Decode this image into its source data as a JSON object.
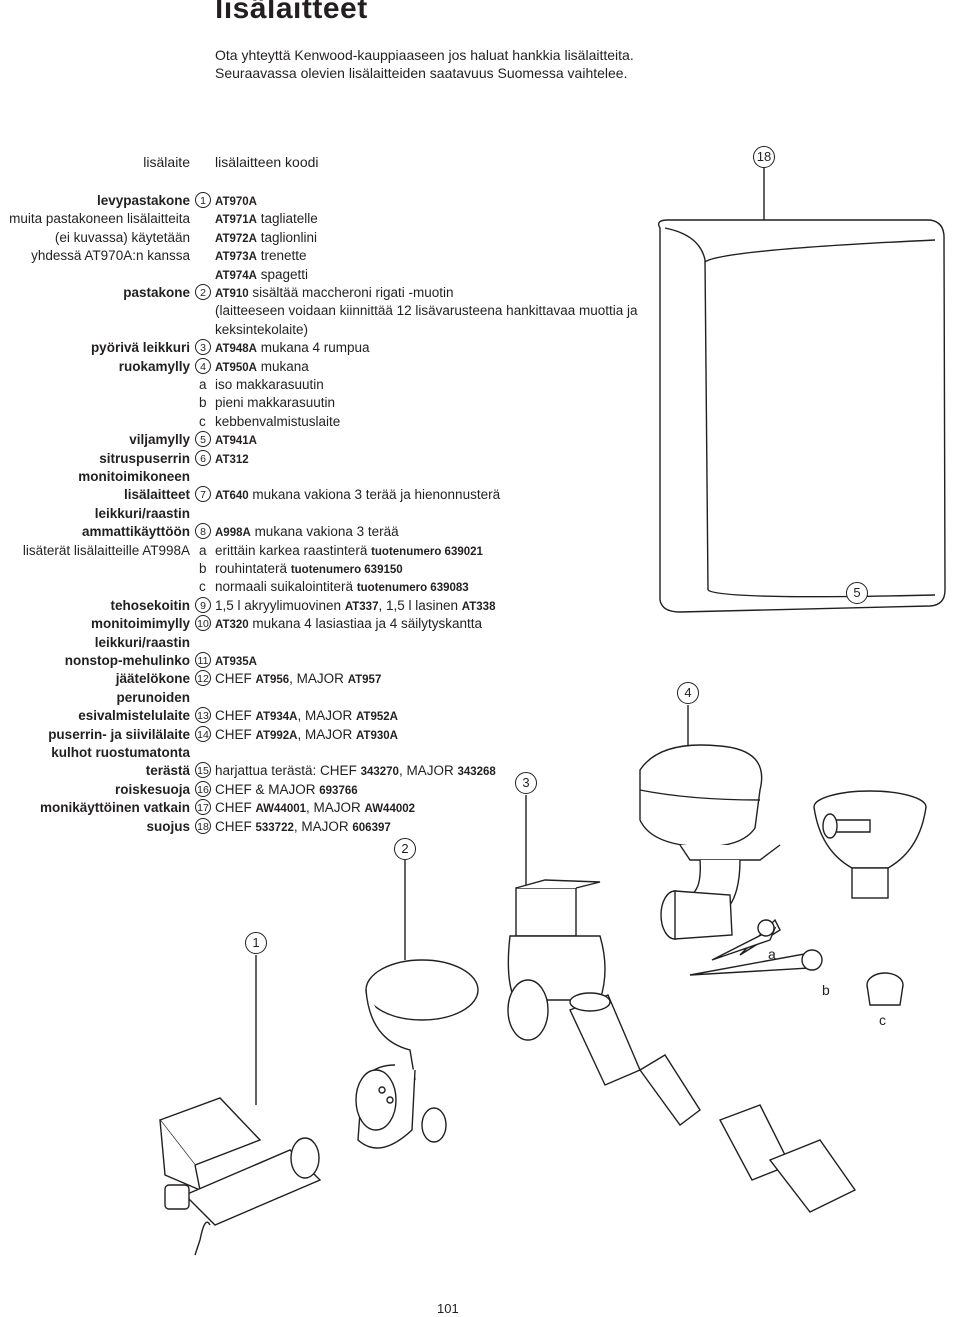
{
  "title": "lisälaitteet",
  "intro": [
    "Ota yhteyttä Kenwood-kauppiaaseen jos haluat hankkia lisälaitteita.",
    "Seuraavassa olevien lisälaitteiden saatavuus Suomessa vaihtelee."
  ],
  "header": {
    "left": "lisälaite",
    "right": "lisälaitteen koodi"
  },
  "rows": [
    {
      "left": "levypastakone",
      "bold": true,
      "num": "1",
      "code": "AT970A",
      "text": ""
    },
    {
      "left": "muita pastakoneen lisälaitteita",
      "bold": false,
      "code": "AT971A",
      "text": " tagliatelle"
    },
    {
      "left": "(ei kuvassa) käytetään",
      "bold": false,
      "code": "AT972A",
      "text": " taglionlini"
    },
    {
      "left": "yhdessä AT970A:n kanssa",
      "bold": false,
      "code": "AT973A",
      "text": " trenette"
    },
    {
      "left": "",
      "code": "AT974A",
      "text": " spagetti"
    },
    {
      "left": "pastakone",
      "bold": true,
      "num": "2",
      "code": "AT910",
      "text": " sisältää maccheroni rigati -muotin"
    },
    {
      "left": "",
      "text": "(laitteeseen voidaan kiinnittää 12 lisävarusteena hankittavaa muottia ja"
    },
    {
      "left": "",
      "text": "keksintekolaite)"
    },
    {
      "left": "pyörivä leikkuri",
      "bold": true,
      "num": "3",
      "code": "AT948A",
      "text": " mukana 4 rumpua"
    },
    {
      "left": "ruokamylly",
      "bold": true,
      "num": "4",
      "code": "AT950A",
      "text": " mukana"
    },
    {
      "left": "",
      "letter": "a",
      "text": "iso makkarasuutin"
    },
    {
      "left": "",
      "letter": "b",
      "text": "pieni makkarasuutin"
    },
    {
      "left": "",
      "letter": "c",
      "text": "kebbenvalmistuslaite"
    },
    {
      "left": "viljamylly",
      "bold": true,
      "num": "5",
      "code": "AT941A",
      "text": ""
    },
    {
      "left": "sitruspuserrin",
      "bold": true,
      "num": "6",
      "code": "AT312",
      "text": ""
    },
    {
      "left": "monitoimikoneen",
      "bold": true
    },
    {
      "left": "lisälaitteet",
      "bold": true,
      "num": "7",
      "code": "AT640",
      "text": " mukana vakiona 3 terää ja hienonnusterä"
    },
    {
      "left": "leikkuri/raastin",
      "bold": true
    },
    {
      "left": "ammattikäyttöön",
      "bold": true,
      "num": "8",
      "code": "A998A",
      "text": " mukana vakiona 3 terää"
    },
    {
      "left": "lisäterät lisälaitteille AT998A",
      "bold": false,
      "letter": "a",
      "text": "erittäin karkea raastinterä ",
      "code2": "tuotenumero 639021"
    },
    {
      "left": "",
      "letter": "b",
      "text": "rouhintaterä ",
      "code2": "tuotenumero 639150"
    },
    {
      "left": "",
      "letter": "c",
      "text": "normaali suikalointiterä ",
      "code2": "tuotenumero 639083"
    },
    {
      "left": "tehosekoitin",
      "bold": true,
      "num": "9",
      "text": "1,5 l akryylimuovinen ",
      "code2": "AT337",
      "text2": ", 1,5 l lasinen ",
      "code3": "AT338"
    },
    {
      "left": "monitoimimylly",
      "bold": true,
      "num": "10",
      "code": "AT320",
      "text": " mukana 4 lasiastiaa ja 4 säilytyskantta"
    },
    {
      "left": "leikkuri/raastin",
      "bold": true
    },
    {
      "left": "nonstop-mehulinko",
      "bold": true,
      "num": "11",
      "code": "AT935A",
      "text": ""
    },
    {
      "left": "jäätelökone",
      "bold": true,
      "num": "12",
      "text": "CHEF ",
      "code2": "AT956",
      "text2": ", MAJOR ",
      "code3": "AT957"
    },
    {
      "left": "perunoiden",
      "bold": true
    },
    {
      "left": "esivalmistelulaite",
      "bold": true,
      "num": "13",
      "text": "CHEF ",
      "code2": "AT934A",
      "text2": ", MAJOR ",
      "code3": "AT952A"
    },
    {
      "left": "puserrin- ja siivilälaite",
      "bold": true,
      "num": "14",
      "text": "CHEF ",
      "code2": "AT992A",
      "text2": ", MAJOR ",
      "code3": "AT930A"
    },
    {
      "left": "kulhot ruostumatonta",
      "bold": true
    },
    {
      "left": "terästä",
      "bold": true,
      "num": "15",
      "text": "harjattua terästä: CHEF ",
      "code2": "343270",
      "text2": ", MAJOR ",
      "code3": "343268"
    },
    {
      "left": "roiskesuoja",
      "bold": true,
      "num": "16",
      "text": "CHEF & MAJOR ",
      "code2": "693766"
    },
    {
      "left": "monikäyttöinen vatkain",
      "bold": true,
      "num": "17",
      "text": "CHEF ",
      "code2": "AW44001",
      "text2": ", MAJOR ",
      "code3": "AW44002"
    },
    {
      "left": "suojus",
      "bold": true,
      "num": "18",
      "text": "CHEF ",
      "code2": "533722",
      "text2": ", MAJOR ",
      "code3": "606397"
    }
  ],
  "callouts": {
    "c1": "1",
    "c2": "2",
    "c3": "3",
    "c4": "4",
    "c5": "5",
    "c18": "18",
    "la": "a",
    "lb": "b",
    "lc": "c"
  },
  "page_number": "101"
}
